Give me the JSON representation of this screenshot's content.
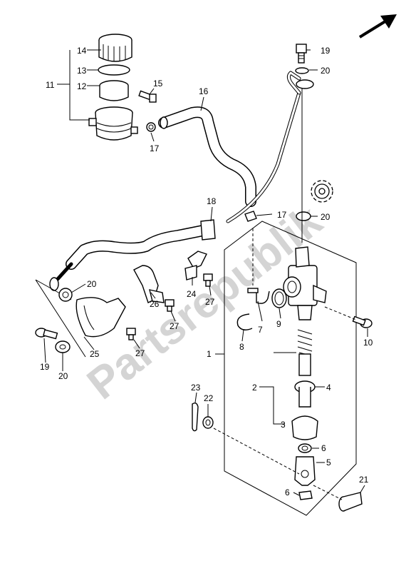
{
  "watermark": "Partsrepublik",
  "callouts": [
    {
      "id": "c14",
      "text": "14"
    },
    {
      "id": "c13",
      "text": "13"
    },
    {
      "id": "c11",
      "text": "11"
    },
    {
      "id": "c12",
      "text": "12"
    },
    {
      "id": "c15",
      "text": "15"
    },
    {
      "id": "c17a",
      "text": "17"
    },
    {
      "id": "c16",
      "text": "16"
    },
    {
      "id": "c19a",
      "text": "19"
    },
    {
      "id": "c20a",
      "text": "20"
    },
    {
      "id": "c18",
      "text": "18"
    },
    {
      "id": "c17b",
      "text": "17"
    },
    {
      "id": "c20b",
      "text": "20"
    },
    {
      "id": "c20c",
      "text": "20"
    },
    {
      "id": "c24",
      "text": "24"
    },
    {
      "id": "c27a",
      "text": "27"
    },
    {
      "id": "c26",
      "text": "26"
    },
    {
      "id": "c27b",
      "text": "27"
    },
    {
      "id": "c7",
      "text": "7"
    },
    {
      "id": "c9",
      "text": "9"
    },
    {
      "id": "c10",
      "text": "10"
    },
    {
      "id": "c8",
      "text": "8"
    },
    {
      "id": "c1",
      "text": "1"
    },
    {
      "id": "c25",
      "text": "25"
    },
    {
      "id": "c27c",
      "text": "27"
    },
    {
      "id": "c19b",
      "text": "19"
    },
    {
      "id": "c20d",
      "text": "20"
    },
    {
      "id": "c2",
      "text": "2"
    },
    {
      "id": "c4",
      "text": "4"
    },
    {
      "id": "c23",
      "text": "23"
    },
    {
      "id": "c22",
      "text": "22"
    },
    {
      "id": "c3",
      "text": "3"
    },
    {
      "id": "c6a",
      "text": "6"
    },
    {
      "id": "c5",
      "text": "5"
    },
    {
      "id": "c21",
      "text": "21"
    },
    {
      "id": "c6b",
      "text": "6"
    }
  ],
  "icons": {
    "direction_arrow": "front-direction-arrow-icon",
    "gear": "gear-icon"
  }
}
